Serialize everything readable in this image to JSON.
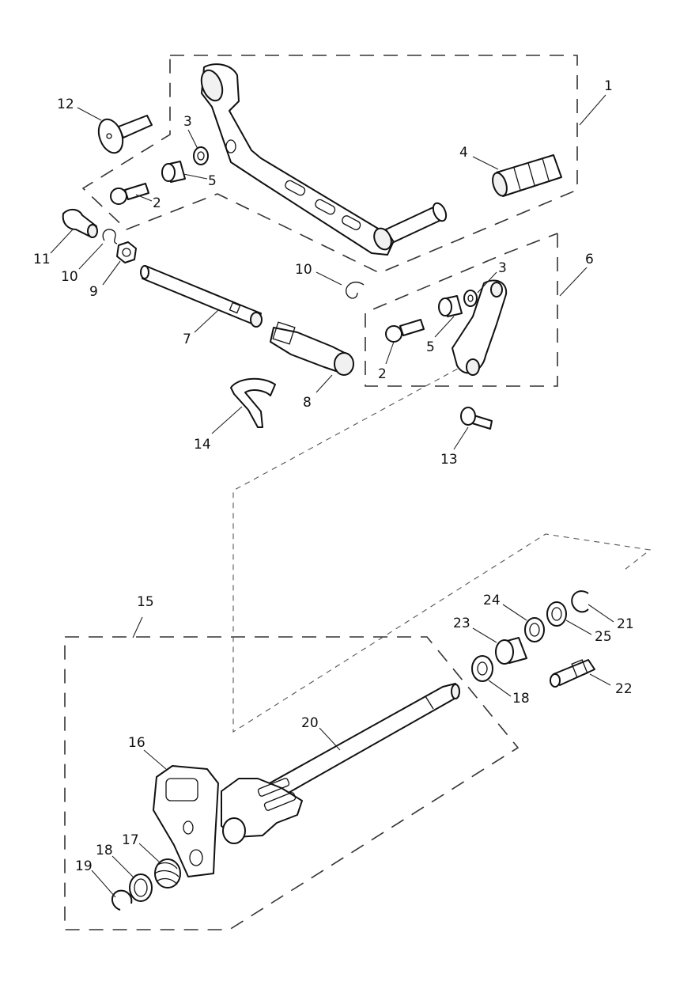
{
  "callouts": [
    {
      "id": "c1",
      "text": "1"
    },
    {
      "id": "c2a",
      "text": "2"
    },
    {
      "id": "c2b",
      "text": "2"
    },
    {
      "id": "c3a",
      "text": "3"
    },
    {
      "id": "c3b",
      "text": "3"
    },
    {
      "id": "c4",
      "text": "4"
    },
    {
      "id": "c5a",
      "text": "5"
    },
    {
      "id": "c5b",
      "text": "5"
    },
    {
      "id": "c6",
      "text": "6"
    },
    {
      "id": "c7",
      "text": "7"
    },
    {
      "id": "c8",
      "text": "8"
    },
    {
      "id": "c9",
      "text": "9"
    },
    {
      "id": "c10a",
      "text": "10"
    },
    {
      "id": "c10b",
      "text": "10"
    },
    {
      "id": "c11",
      "text": "11"
    },
    {
      "id": "c12",
      "text": "12"
    },
    {
      "id": "c13",
      "text": "13"
    },
    {
      "id": "c14",
      "text": "14"
    },
    {
      "id": "c15",
      "text": "15"
    },
    {
      "id": "c16",
      "text": "16"
    },
    {
      "id": "c17",
      "text": "17"
    },
    {
      "id": "c18a",
      "text": "18"
    },
    {
      "id": "c18b",
      "text": "18"
    },
    {
      "id": "c19",
      "text": "19"
    },
    {
      "id": "c20",
      "text": "20"
    },
    {
      "id": "c21",
      "text": "21"
    },
    {
      "id": "c22",
      "text": "22"
    },
    {
      "id": "c23",
      "text": "23"
    },
    {
      "id": "c24",
      "text": "24"
    },
    {
      "id": "c25",
      "text": "25"
    }
  ]
}
